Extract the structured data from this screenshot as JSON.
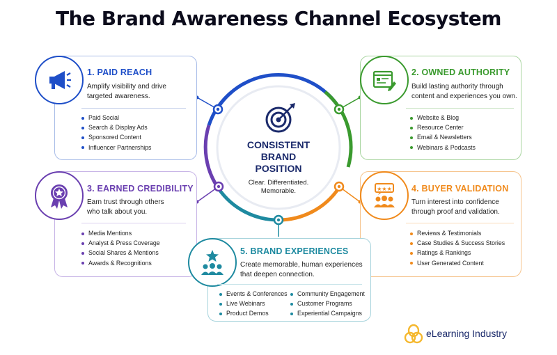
{
  "title": "The Brand Awareness Channel Ecosystem",
  "center": {
    "title_lines": [
      "CONSISTENT",
      "BRAND",
      "POSITION"
    ],
    "subtitle_lines": [
      "Clear. Differentiated.",
      "Memorable."
    ]
  },
  "cards": {
    "paid": {
      "title": "1. PAID REACH",
      "desc_lines": [
        "Amplify visibility and drive",
        "targeted awareness."
      ],
      "items": [
        "Paid Social",
        "Search & Display Ads",
        "Sponsored Content",
        "Influencer Partnerships"
      ],
      "color": "#1f4fc8",
      "icon": "megaphone-icon"
    },
    "owned": {
      "title": "2. OWNED AUTHORITY",
      "desc_lines": [
        "Build lasting authority through",
        "content and experiences you own."
      ],
      "items": [
        "Website & Blog",
        "Resource Center",
        "Email & Newsletters",
        "Webinars & Podcasts"
      ],
      "color": "#3a9a2e",
      "icon": "browser-edit-icon"
    },
    "earned": {
      "title": "3. EARNED CREDIBILITY",
      "desc_lines": [
        "Earn trust through others",
        "who talk about you."
      ],
      "items": [
        "Media Mentions",
        "Analyst & Press Coverage",
        "Social Shares & Mentions",
        "Awards & Recognitions"
      ],
      "color": "#6a3fb0",
      "icon": "award-badge-icon"
    },
    "buyer": {
      "title": "4. BUYER VALIDATION",
      "desc_lines": [
        "Turn interest into confidence",
        "through proof and validation."
      ],
      "items": [
        "Reviews & Testimonials",
        "Case Studies & Success Stories",
        "Ratings & Rankings",
        "User Generated Content"
      ],
      "color": "#f08a1c",
      "icon": "rating-people-icon"
    },
    "experiences": {
      "title": "5. BRAND EXPERIENCES",
      "desc_lines": [
        "Create memorable, human experiences",
        "that deepen connection."
      ],
      "items_left": [
        "Events & Conferences",
        "Live Webinars",
        "Product Demos"
      ],
      "items_right": [
        "Community Engagement",
        "Customer Programs",
        "Experiential Campaigns"
      ],
      "color": "#1e8aa0",
      "icon": "star-group-icon"
    }
  },
  "logo": {
    "text": "eLearning Industry",
    "color": "#f5b82e"
  }
}
